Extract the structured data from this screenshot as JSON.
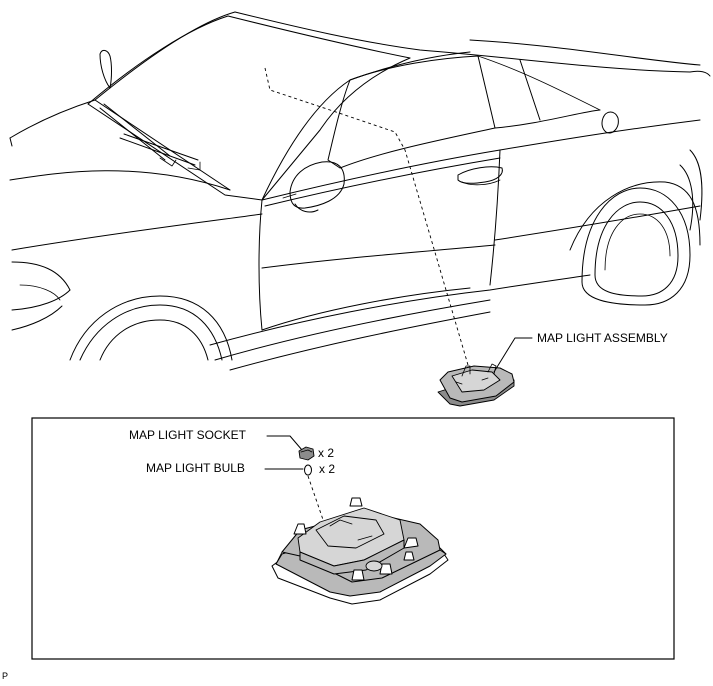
{
  "labels": {
    "map_light_assembly": "MAP LIGHT ASSEMBLY",
    "map_light_socket": "MAP LIGHT SOCKET",
    "map_light_bulb": "MAP LIGHT BULB",
    "socket_qty": "x 2",
    "bulb_qty": "x 2",
    "corner_mark": "P"
  }
}
